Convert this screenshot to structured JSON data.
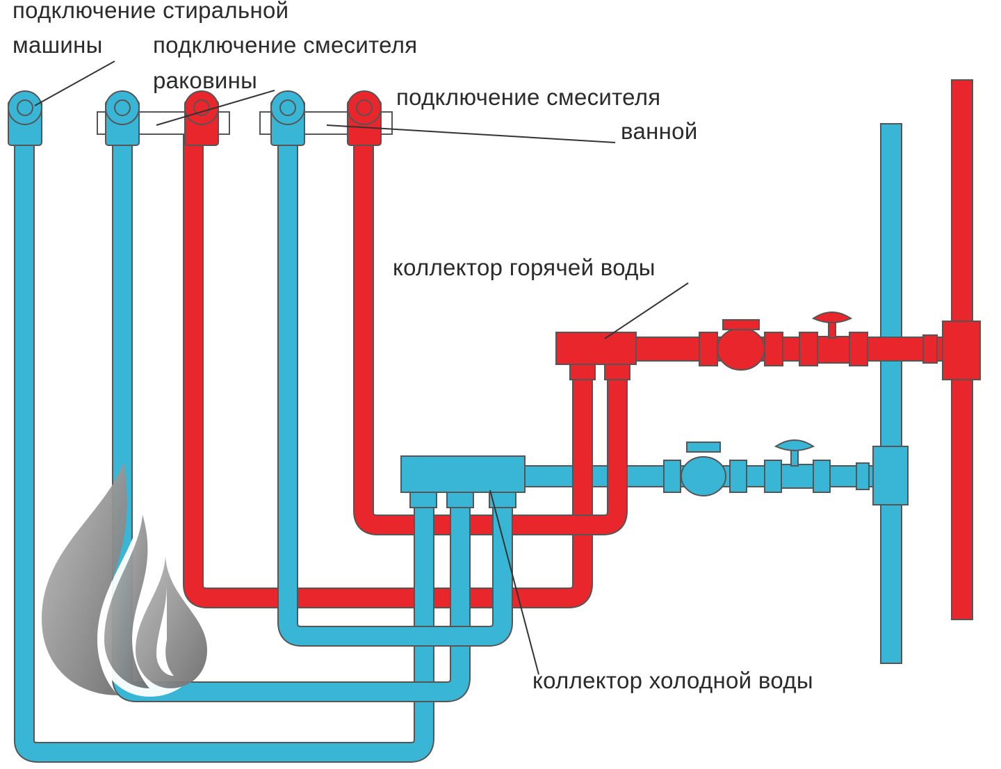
{
  "labels": {
    "washing_machine_line1": "подключение стиральной",
    "washing_machine_line2": "машины",
    "sink_mixer_line1": "подключение смесителя",
    "sink_mixer_line2": "раковины",
    "bath_mixer_line1": "подключение смесителя",
    "bath_mixer_line2": "ванной",
    "hot_collector": "коллектор горячей воды",
    "cold_collector": "коллектор холодной воды"
  },
  "colors": {
    "hot_pipe": "#e8262b",
    "cold_pipe": "#39b6d6",
    "outline": "#555555",
    "logo_gray": "#8a8a8a"
  },
  "icons": {
    "logo": "water-drops-logo",
    "valve": "valve-icon",
    "check_valve": "check-valve-icon"
  }
}
